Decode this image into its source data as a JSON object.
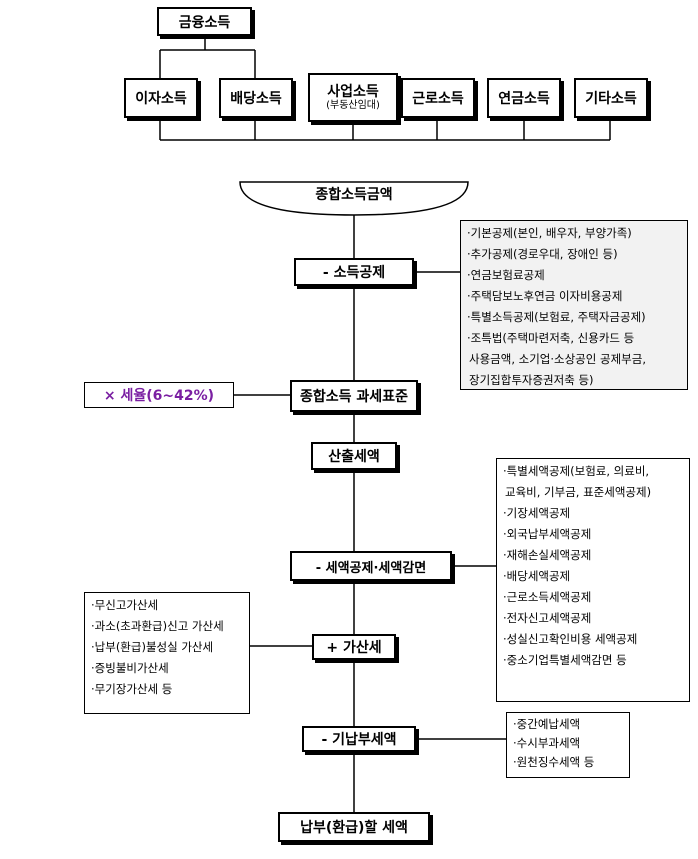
{
  "top": {
    "financial_income": "금융소득",
    "incomes": [
      {
        "label": "이자소득"
      },
      {
        "label": "배당소득"
      },
      {
        "label": "사업소득",
        "sub": "(부동산임대)"
      },
      {
        "label": "근로소득"
      },
      {
        "label": "연금소득"
      },
      {
        "label": "기타소득"
      }
    ]
  },
  "flow": {
    "total_income": "종합소득금액",
    "income_deduction": "- 소득공제",
    "tax_base": "종합소득 과세표준",
    "tax_rate": "× 세율(6~42%)",
    "computed_tax": "산출세액",
    "tax_credit": "- 세액공제·세액감면",
    "additional_tax": "+ 가산세",
    "prepaid_tax": "- 기납부세액",
    "final_tax": "납부(환급)할 세액"
  },
  "notes": {
    "income_deduction": [
      "·기본공제(본인, 배우자, 부양가족)",
      "·추가공제(경로우대, 장애인 등)",
      "·연금보험료공제",
      "·주택담보노후연금 이자비용공제",
      "·특별소득공제(보험료, 주택자금공제)",
      "·조특법(주택마련저축, 신용카드 등",
      " 사용금액, 소기업·소상공인 공제부금,",
      " 장기집합투자증권저축 등)"
    ],
    "tax_credit": [
      "·특별세액공제(보험료, 의료비,",
      " 교육비, 기부금, 표준세액공제)",
      "·기장세액공제",
      "·외국납부세액공제",
      "·재해손실세액공제",
      "·배당세액공제",
      "·근로소득세액공제",
      "·전자신고세액공제",
      "·성실신고확인비용 세액공제",
      "·중소기업특별세액감면 등"
    ],
    "additional_tax": [
      "·무신고가산세",
      "·과소(초과환급)신고 가산세",
      "·납부(환급)불성실 가산세",
      "·증빙불비가산세",
      "·무기장가산세 등"
    ],
    "prepaid_tax": [
      "·중간예납세액",
      "·수시부과세액",
      "·원천징수세액 등"
    ]
  }
}
